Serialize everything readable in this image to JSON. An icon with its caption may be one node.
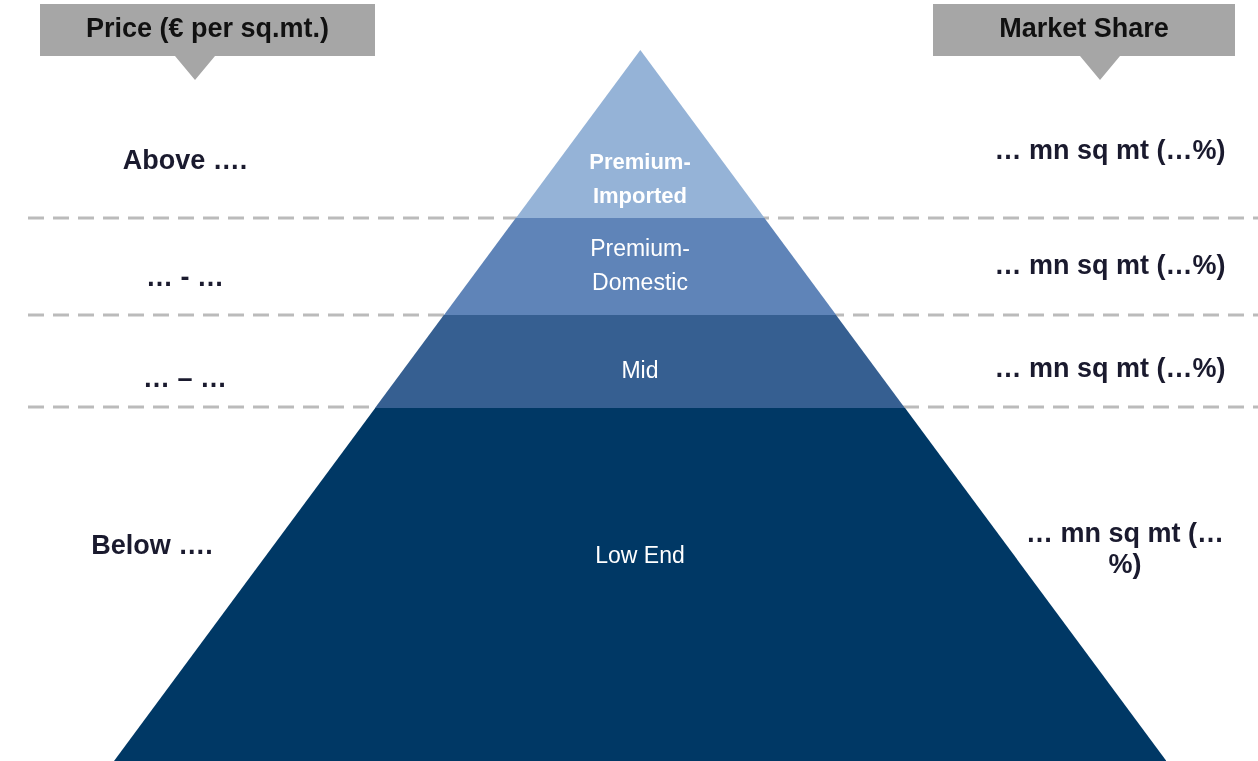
{
  "diagram": {
    "nodes": [
      {
        "text": [
          "Price (€ per sq.mt.)"
        ]
      },
      {
        "text": [
          "Market Share"
        ]
      },
      {
        "text": [
          "Premium- Imported"
        ]
      },
      {
        "text": [
          "Premium- Domestic"
        ]
      },
      {
        "text": [
          "Mid"
        ]
      },
      {
        "text": [
          "Low End"
        ]
      }
    ],
    "labels": [
      "Above ….",
      "… mn sq mt (…%)",
      "… - …",
      "… mn sq mt (…%)",
      "… – …",
      "… mn sq mt (…%)",
      "Below ….",
      "… mn sq mt (…%)"
    ]
  }
}
